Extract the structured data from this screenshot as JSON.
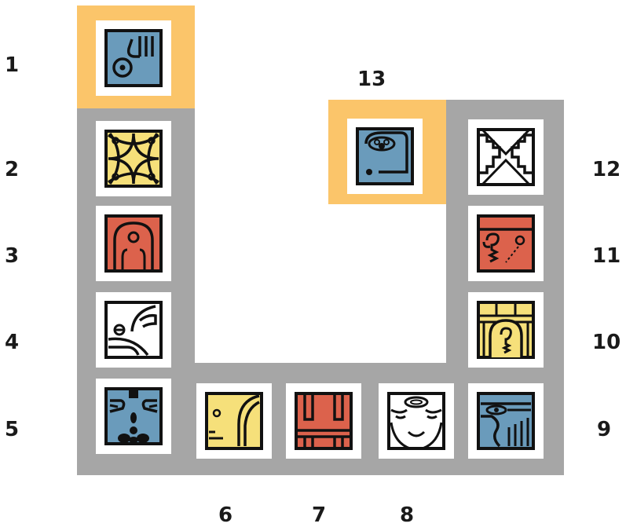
{
  "labels": [
    "1",
    "2",
    "3",
    "4",
    "5",
    "6",
    "7",
    "8",
    "9",
    "10",
    "11",
    "12",
    "13"
  ],
  "colors": {
    "track": "#a6a6a6",
    "highlight": "#fbc56a",
    "blue": "#6a9bbb",
    "yellow": "#f6e07a",
    "red": "#dc624c",
    "white": "#ffffff",
    "ink": "#111111"
  },
  "glyphs": [
    {
      "id": "1",
      "fill": "blue",
      "icon": "hand-glyph-icon"
    },
    {
      "id": "2",
      "fill": "yellow",
      "icon": "star-glyph-icon"
    },
    {
      "id": "3",
      "fill": "red",
      "icon": "arch-glyph-icon"
    },
    {
      "id": "4",
      "fill": "white",
      "icon": "wind-glyph-icon"
    },
    {
      "id": "5",
      "fill": "blue",
      "icon": "face-glyph-icon"
    },
    {
      "id": "6",
      "fill": "yellow",
      "icon": "profile-glyph-icon"
    },
    {
      "id": "7",
      "fill": "red",
      "icon": "pillars-glyph-icon"
    },
    {
      "id": "8",
      "fill": "white",
      "icon": "smile-glyph-icon"
    },
    {
      "id": "9",
      "fill": "blue",
      "icon": "eye-glyph-icon"
    },
    {
      "id": "10",
      "fill": "yellow",
      "icon": "bell-glyph-icon"
    },
    {
      "id": "11",
      "fill": "red",
      "icon": "curl-glyph-icon"
    },
    {
      "id": "12",
      "fill": "white",
      "icon": "stepped-glyph-icon"
    },
    {
      "id": "13",
      "fill": "blue",
      "icon": "shell-glyph-icon"
    }
  ]
}
